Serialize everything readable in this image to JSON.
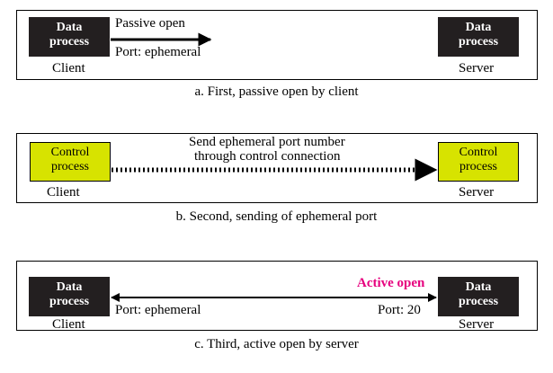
{
  "panel_a": {
    "client_box": "Data\nprocess",
    "server_box": "Data\nprocess",
    "client_label": "Client",
    "server_label": "Server",
    "arrow_label_top": "Passive open",
    "arrow_label_bottom": "Port: ephemeral",
    "caption": "a. First, passive open by client"
  },
  "panel_b": {
    "client_box": "Control\nprocess",
    "server_box": "Control\nprocess",
    "client_label": "Client",
    "server_label": "Server",
    "message_line1": "Send ephemeral port number",
    "message_line2": "through control connection",
    "caption": "b. Second, sending of ephemeral port"
  },
  "panel_c": {
    "client_box": "Data\nprocess",
    "server_box": "Data\nprocess",
    "client_label": "Client",
    "server_label": "Server",
    "active_open": "Active open",
    "client_port": "Port: ephemeral",
    "server_port": "Port: 20",
    "caption": "c. Third, active open by server"
  },
  "colors": {
    "dark_box": "#231f20",
    "control_box": "#d7e300",
    "active_open": "#e6007e"
  }
}
